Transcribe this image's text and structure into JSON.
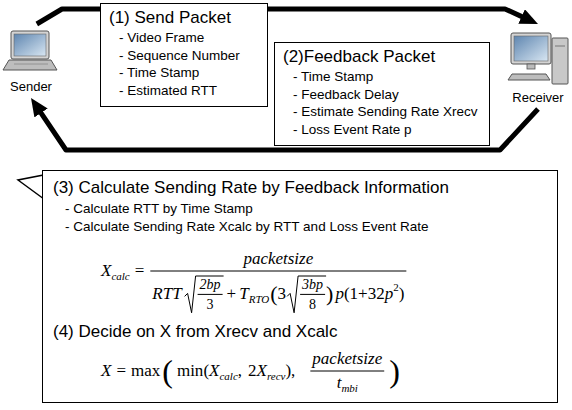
{
  "diagram": {
    "nodes": [
      {
        "text": [
          "Sender"
        ]
      },
      {
        "text": [
          "(1) Send Packet",
          "- Video Frame",
          "- Sequence Number",
          "- Time Stamp",
          "- Estimated RTT"
        ]
      },
      {
        "text": [
          "(2)Feedback Packet",
          "- Time Stamp",
          "- Feedback Delay",
          "- Estimate Sending Rate Xrecv",
          "- Loss Event Rate p"
        ]
      },
      {
        "text": [
          "Receiver"
        ]
      },
      {
        "text": [
          "(3) Calculate Sending Rate by Feedback Information",
          "- Calculate RTT by Time Stamp",
          "- Calculate Sending Rate Xcalc by RTT and Loss Event Rate",
          "X",
          "calc",
          "=",
          "packetsize",
          "RTT",
          "2bp",
          "3",
          "+",
          "T",
          "RTO",
          "(",
          "3",
          "3bp",
          "8",
          ")",
          "p",
          "(1+32",
          "p",
          "2",
          ")",
          "(4) Decide on X from Xrecv and Xcalc",
          "X",
          "=",
          "max",
          "(",
          "min",
          "(",
          "X",
          "calc",
          ",",
          "2",
          "X",
          "recv",
          "),",
          "packetsize",
          "t",
          "mbi",
          ")"
        ]
      }
    ],
    "edges": [
      {
        "from": 0,
        "to": 3,
        "arrow": "to"
      },
      {
        "from": 3,
        "to": 0,
        "arrow": "to"
      }
    ]
  }
}
